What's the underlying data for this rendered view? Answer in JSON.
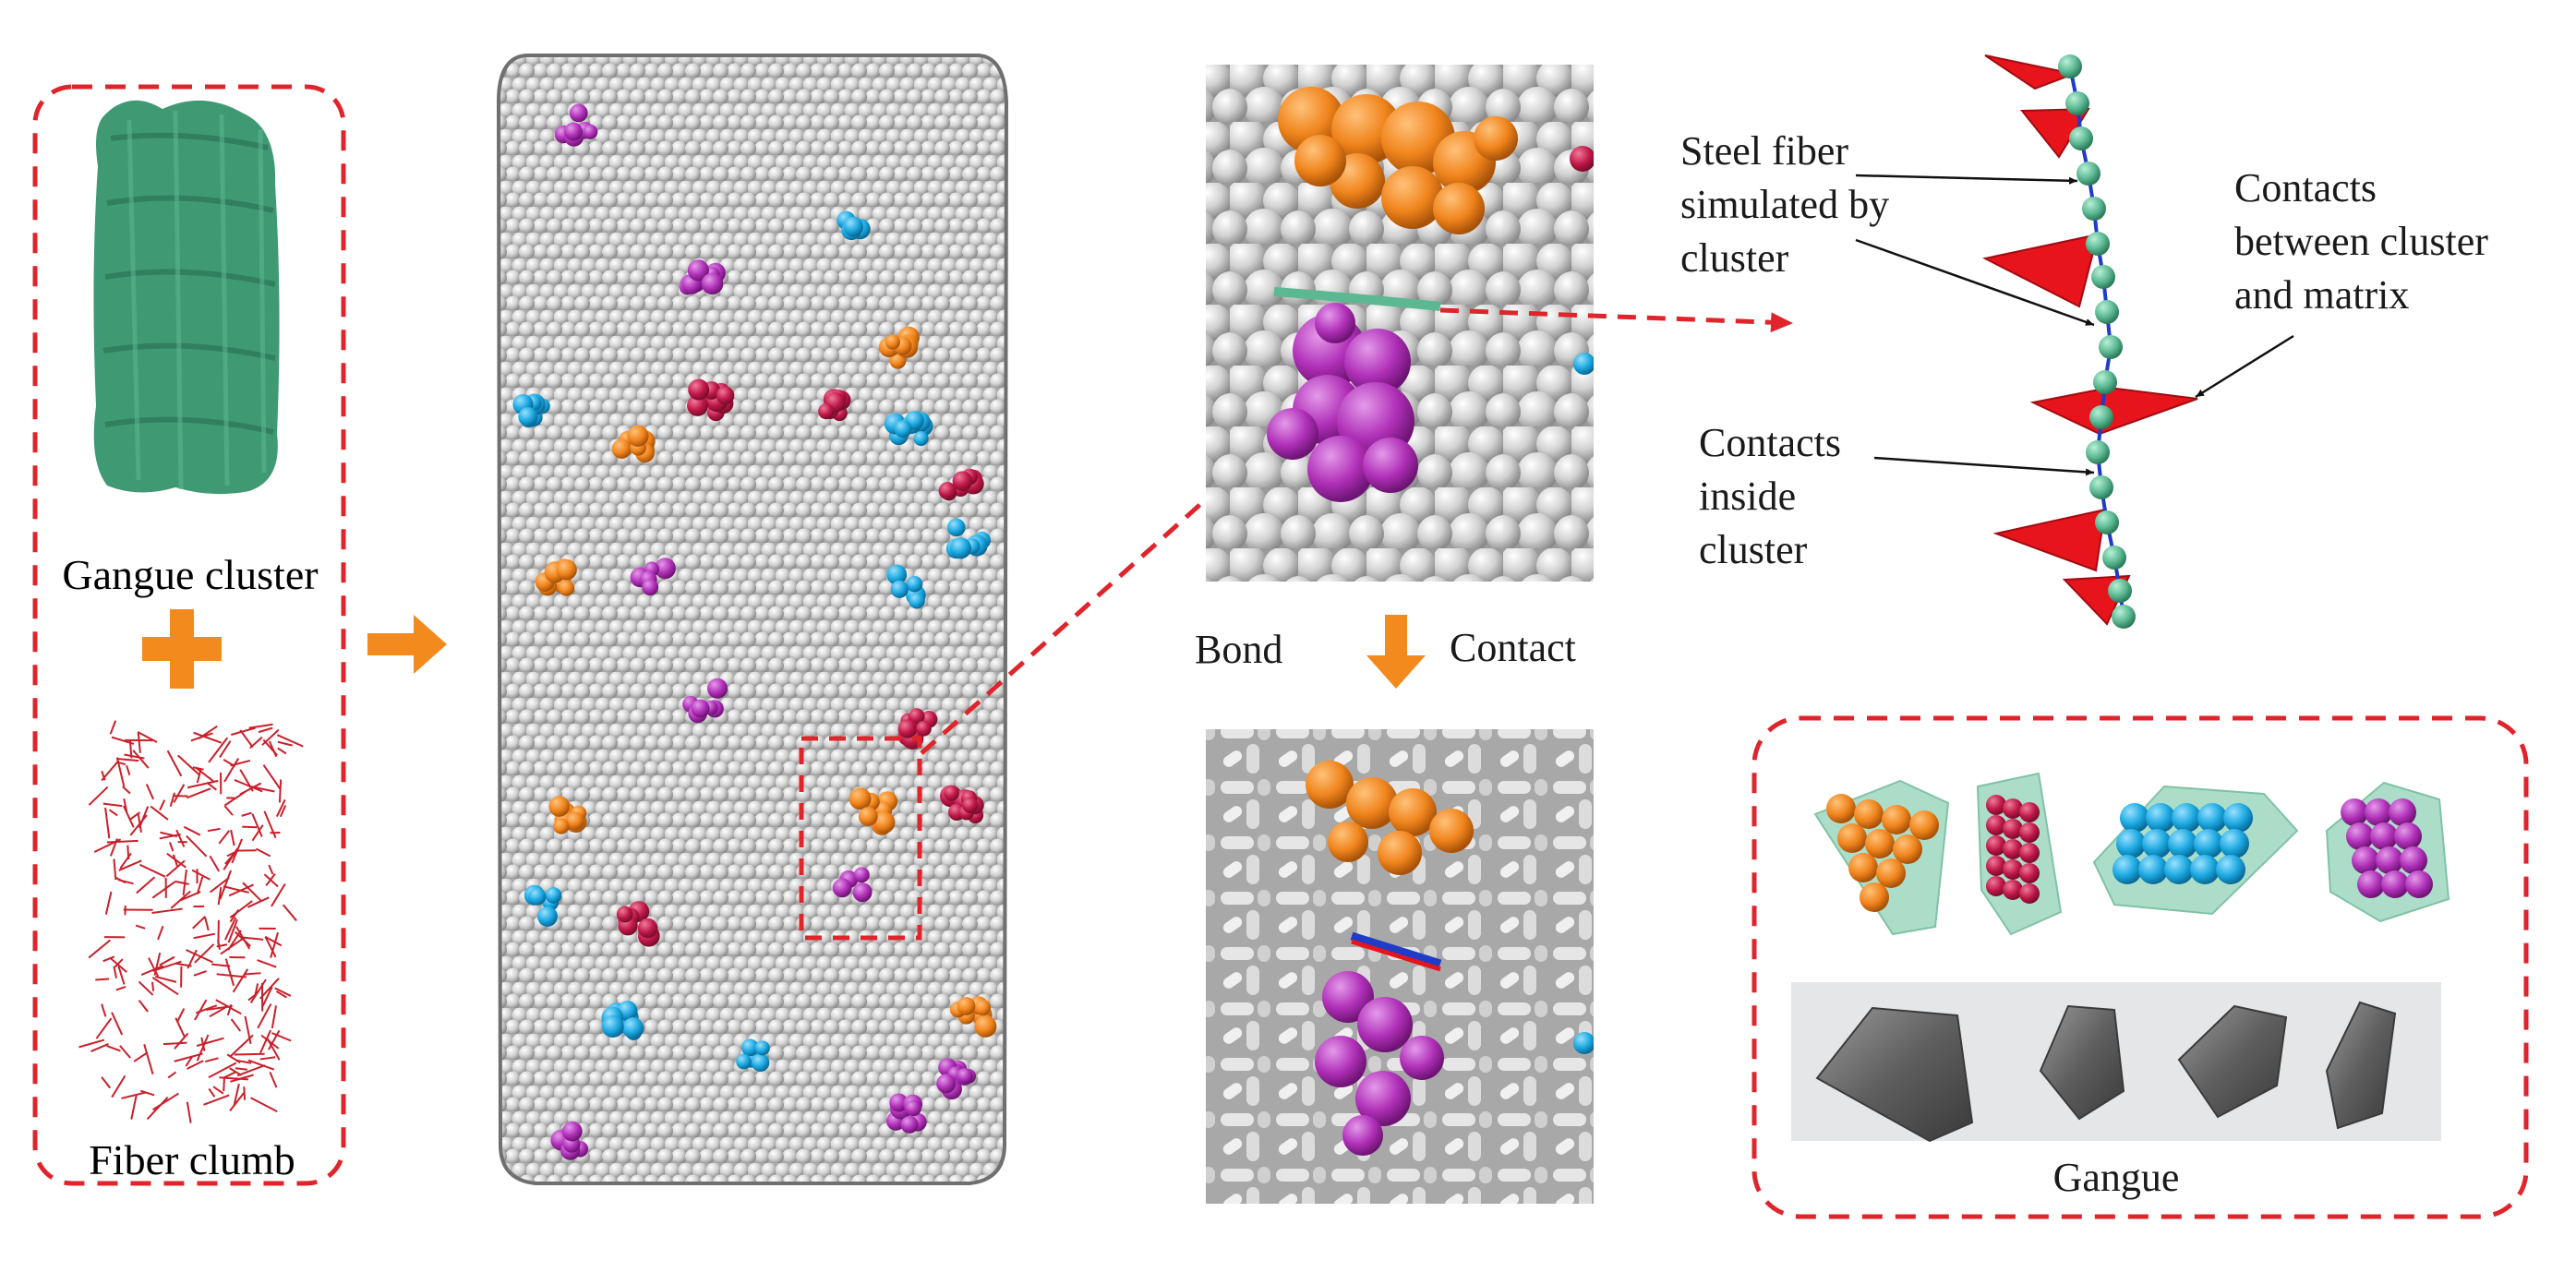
{
  "labels": {
    "gangue_cluster": "Gangue cluster",
    "fiber_clumb": "Fiber clumb",
    "bond": "Bond",
    "contact": "Contact",
    "steel_fiber": "Steel fiber\nsimulated by\ncluster",
    "contacts_between": "Contacts\nbetween cluster\nand matrix",
    "contacts_inside": "Contacts\ninside\ncluster",
    "gangue": "Gangue"
  },
  "colors": {
    "dashed_frame": "#e0242b",
    "arrow_orange": "#f28a1e",
    "gangue_green": "#3f9a73",
    "fiber_red": "#c8202a",
    "matrix_grey": "#c9c9c9",
    "cluster_orange": "#f0841c",
    "cluster_magenta": "#b030b8",
    "cluster_crimson": "#c01848",
    "cluster_blue": "#1aa8e0",
    "contact_red": "#e8141c",
    "fiber_ball_green": "#5bb892",
    "rock_grey": "#6a6a6a"
  }
}
